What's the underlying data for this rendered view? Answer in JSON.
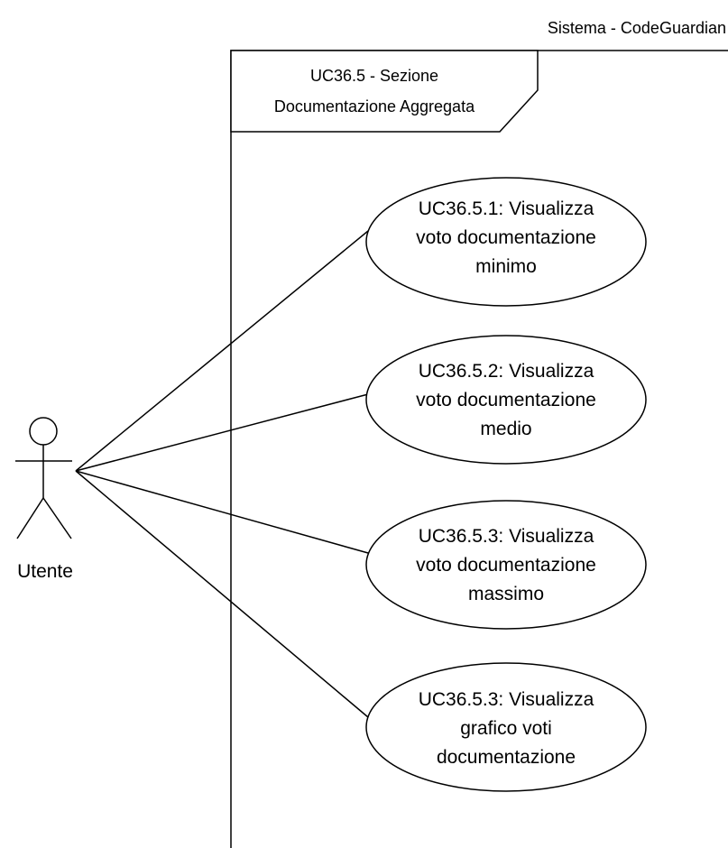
{
  "system": {
    "title": "Sistema - CodeGuardian"
  },
  "frame": {
    "label_lines": [
      "UC36.5 - Sezione",
      "Documentazione Aggregata"
    ]
  },
  "actor": {
    "name": "Utente"
  },
  "use_cases": [
    {
      "lines": [
        "UC36.5.1: Visualizza",
        "voto documentazione",
        "minimo"
      ]
    },
    {
      "lines": [
        "UC36.5.2: Visualizza",
        "voto documentazione",
        "medio"
      ]
    },
    {
      "lines": [
        "UC36.5.3: Visualizza",
        "voto documentazione",
        "massimo"
      ]
    },
    {
      "lines": [
        "UC36.5.3: Visualizza",
        "grafico voti",
        "documentazione"
      ]
    }
  ]
}
